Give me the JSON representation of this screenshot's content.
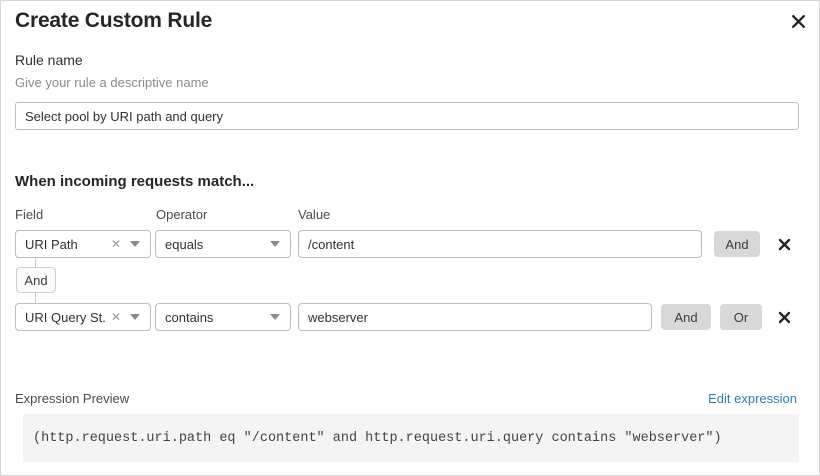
{
  "dialog": {
    "title": "Create Custom Rule",
    "close_icon": "close-icon"
  },
  "rule_name": {
    "label": "Rule name",
    "help": "Give your rule a descriptive name",
    "value": "Select pool by URI path and query",
    "placeholder": "Rule name"
  },
  "match_section": {
    "title": "When incoming requests match...",
    "columns": {
      "field": "Field",
      "operator": "Operator",
      "value": "Value"
    },
    "connector": "And",
    "rows": [
      {
        "field": "URI Path",
        "operator": "equals",
        "value": "/content",
        "clear_icon": "clear-x-icon",
        "caret_icon": "chevron-down-icon",
        "buttons": [
          "And"
        ],
        "delete_icon": "delete-x-icon"
      },
      {
        "field": "URI Query St...",
        "operator": "contains",
        "value": "webserver",
        "clear_icon": "clear-x-icon",
        "caret_icon": "chevron-down-icon",
        "buttons": [
          "And",
          "Or"
        ],
        "delete_icon": "delete-x-icon"
      }
    ]
  },
  "expression": {
    "label": "Expression Preview",
    "edit_link": "Edit expression",
    "code": "(http.request.uri.path eq \"/content\" and http.request.uri.query contains \"webserver\")"
  },
  "colors": {
    "link": "#2f7eb3",
    "button_bg": "#d8d8d8",
    "code_bg": "#f4f4f4",
    "border": "#bdbdbd"
  }
}
